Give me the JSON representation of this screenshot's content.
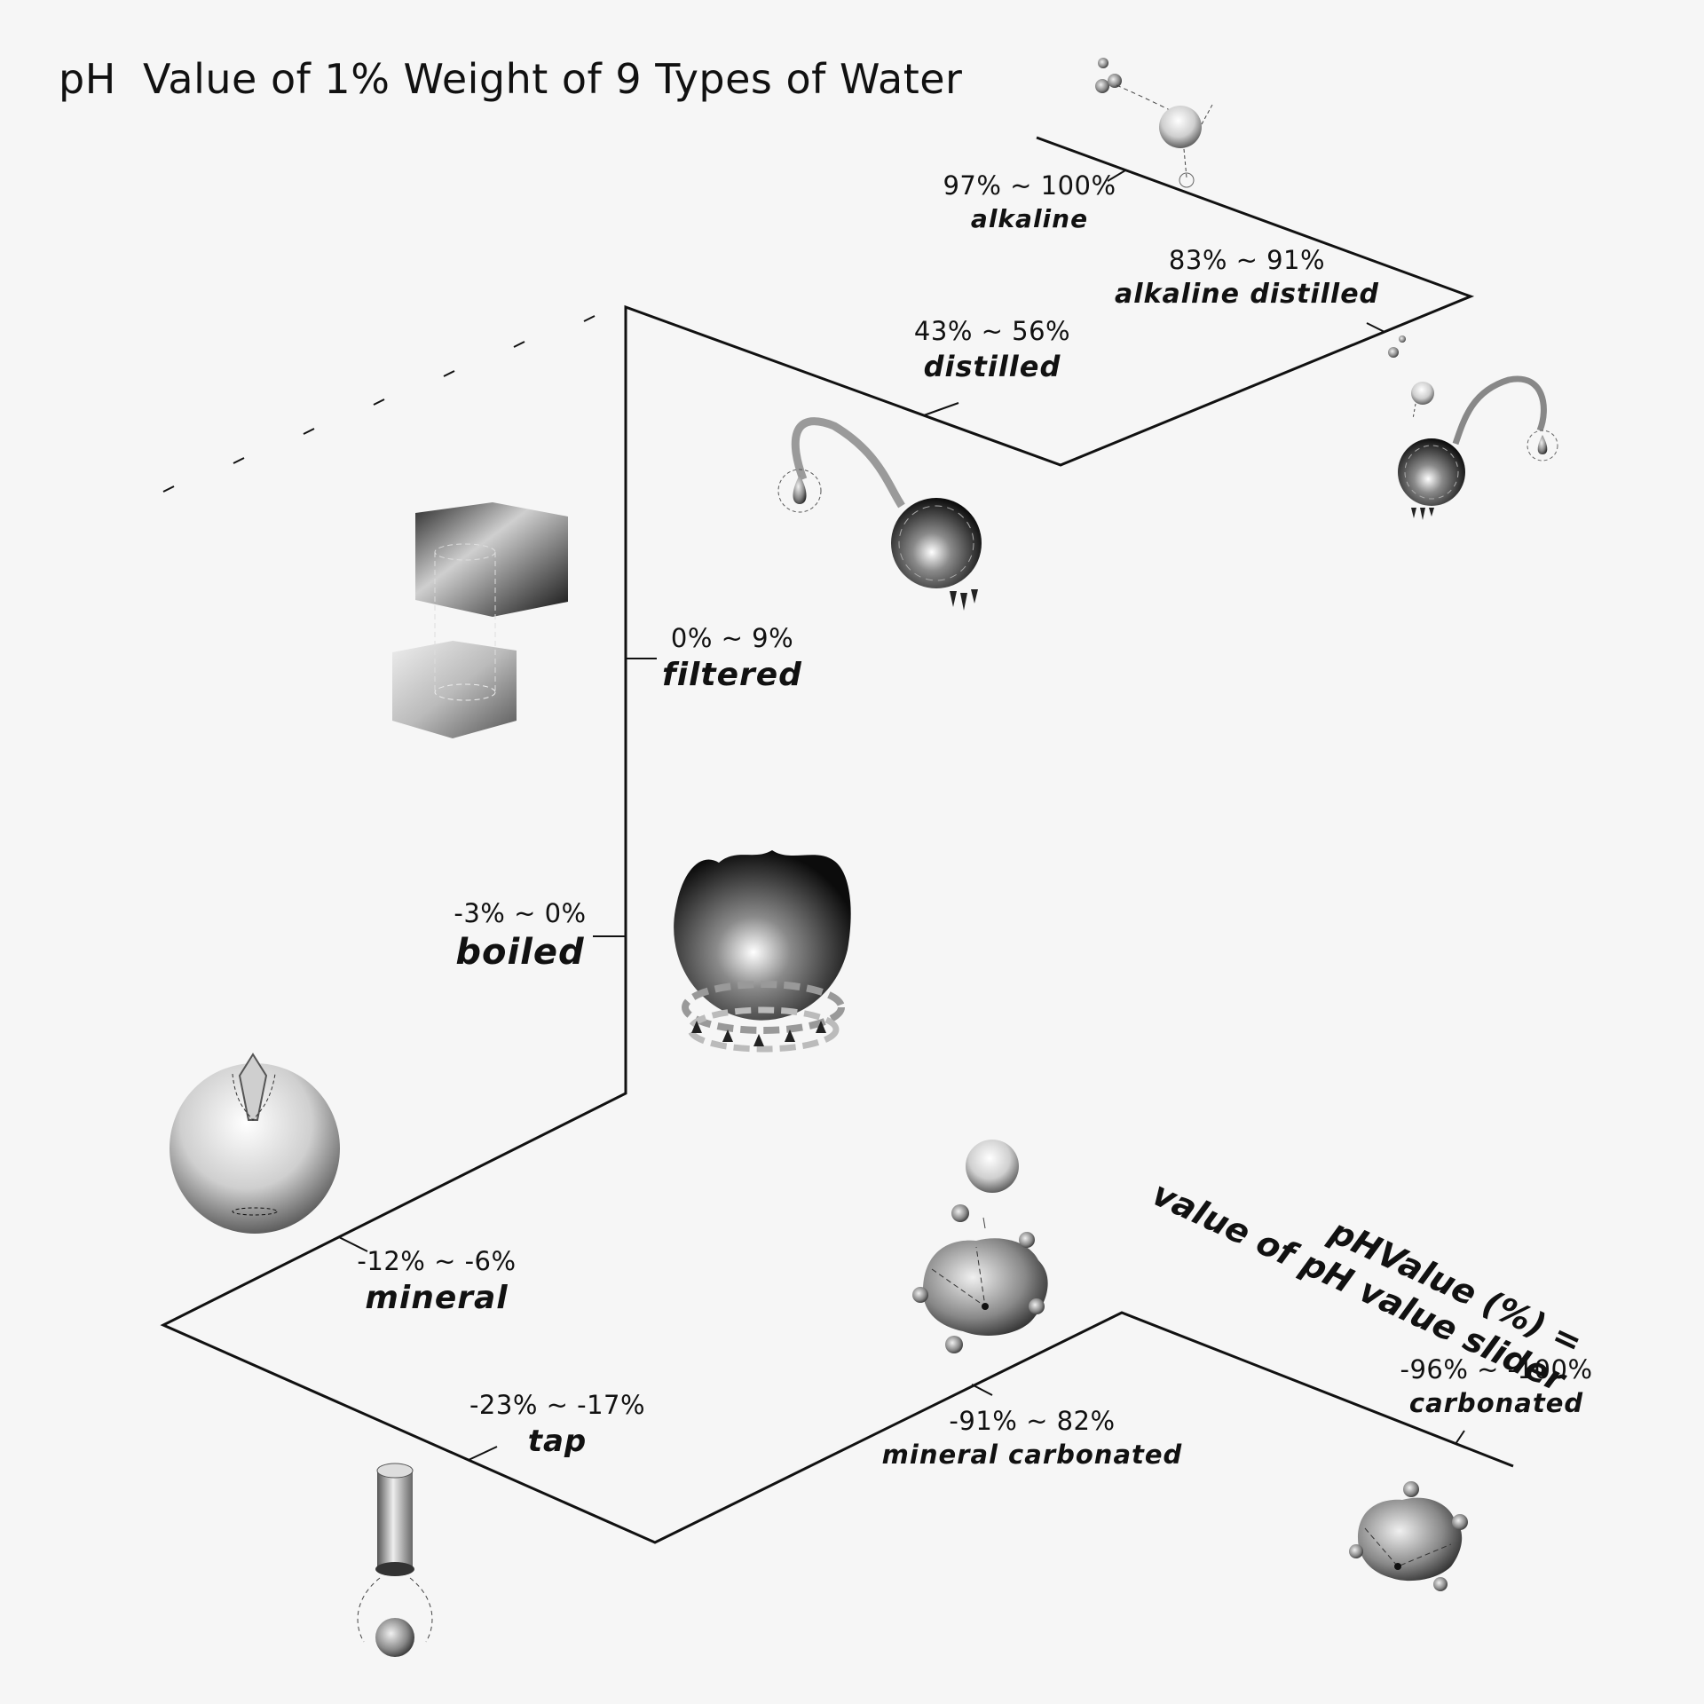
{
  "title": "pH  Value of 1% Weight of 9 Types of Water",
  "formula": {
    "line1": "pHValue (%) =",
    "line2": "value of pH value slider"
  },
  "water_types": [
    {
      "id": "alkaline",
      "range": "97% ~ 100%",
      "name": "alkaline"
    },
    {
      "id": "alkaline-distilled",
      "range": "83% ~ 91%",
      "name": "alkaline distilled"
    },
    {
      "id": "distilled",
      "range": "43% ~ 56%",
      "name": "distilled"
    },
    {
      "id": "filtered",
      "range": "0% ~ 9%",
      "name": "filtered"
    },
    {
      "id": "boiled",
      "range": "-3% ~ 0%",
      "name": "boiled"
    },
    {
      "id": "mineral",
      "range": "-12% ~ -6%",
      "name": "mineral"
    },
    {
      "id": "tap",
      "range": "-23% ~ -17%",
      "name": "tap"
    },
    {
      "id": "mineral-carbonated",
      "range": "-91% ~ 82%",
      "name": "mineral carbonated"
    },
    {
      "id": "carbonated",
      "range": "-96% ~ -100%",
      "name": "carbonated"
    }
  ],
  "colors": {
    "background": "#f6f6f6",
    "ink": "#111111"
  }
}
